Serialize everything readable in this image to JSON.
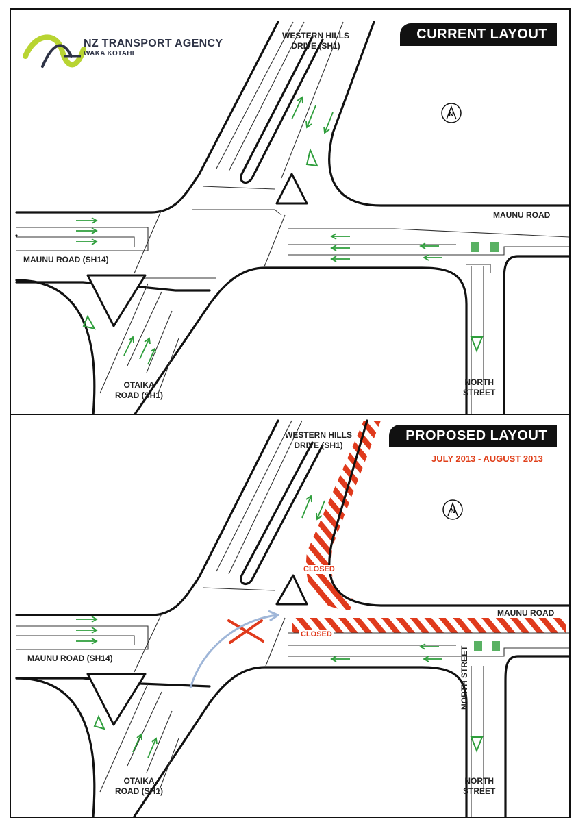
{
  "logo": {
    "name": "NZ TRANSPORT AGENCY",
    "subtitle": "WAKA KOTAHI",
    "colors": {
      "green": "#b8d432",
      "navy": "#2e3346"
    }
  },
  "current": {
    "banner": "CURRENT LAYOUT",
    "labels": {
      "western_hills_1": "WESTERN HILLS",
      "western_hills_2": "DRIVE (SH1)",
      "maunu_road": "MAUNU ROAD",
      "maunu_road_sh14": "MAUNU ROAD (SH14)",
      "otaika_1": "OTAIKA",
      "otaika_2": "ROAD (SH1)",
      "north_street_1": "NORTH",
      "north_street_2": "STREET"
    },
    "icons": [
      "north-compass-icon",
      "lane-arrow-icon",
      "give-way-triangle-icon",
      "pedestrian-crossing-icon"
    ]
  },
  "proposed": {
    "banner": "PROPOSED LAYOUT",
    "dates": "JULY 2013 - AUGUST 2013",
    "closed_1": "CLOSED",
    "closed_2": "CLOSED",
    "labels": {
      "western_hills_1": "WESTERN HILLS",
      "western_hills_2": "DRIVE (SH1)",
      "maunu_road": "MAUNU ROAD",
      "maunu_road_sh14": "MAUNU ROAD (SH14)",
      "otaika_1": "OTAIKA",
      "otaika_2": "ROAD (SH1)",
      "north_street_vertical": "NORTH STREET",
      "north_street_1": "NORTH",
      "north_street_2": "STREET"
    },
    "icons": [
      "north-compass-icon",
      "no-right-turn-cross-icon",
      "detour-arrow-icon",
      "closure-hatch-icon"
    ]
  },
  "colors": {
    "closure_red": "#e03a1c",
    "lane_green": "#2f9e3c",
    "detour_blue": "#9fb6d8"
  }
}
